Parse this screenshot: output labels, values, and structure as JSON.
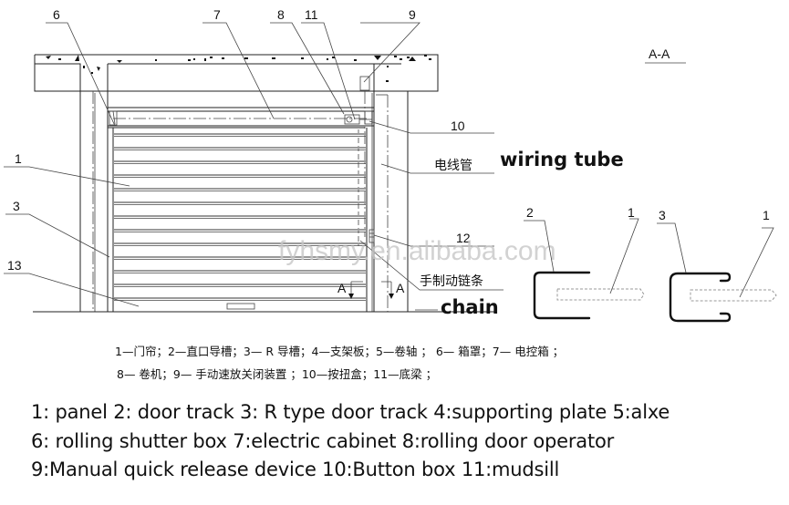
{
  "diagram": {
    "title": "Rolling shutter door elevation and A-A section",
    "section_label": "A-A",
    "section_markers": [
      "A",
      "A"
    ],
    "callouts": {
      "c6": "6",
      "c7": "7",
      "c8": "8",
      "c11": "11",
      "c9": "9",
      "c10": "10",
      "c1": "1",
      "c3": "3",
      "c13": "13",
      "c12": "12",
      "sec_left_2": "2",
      "sec_left_1": "1",
      "sec_right_3": "3",
      "sec_right_1": "1"
    },
    "annotations": {
      "wiring_tube_cn": "电线管",
      "wiring_tube_en": "wiring tube",
      "chain_cn": "手制动链条",
      "chain_en": "chain"
    },
    "watermark": "fyhsmy.en.alibaba.com",
    "legend_cn": {
      "line1": "1—门帘；2—直口导槽；3— R 导槽；4—支架板；5—卷轴 ； 6— 箱罩；7— 电控箱 ；",
      "line2": "8— 卷机；9— 手动速放关闭装置 ；10—按扭盒；11—底梁 ；"
    },
    "legend_en": {
      "line1": "1: panel  2: door track 3: R type door track 4:supporting plate 5:alxe",
      "line2": "6: rolling shutter box 7:electric cabinet  8:rolling door operator",
      "line3": "9:Manual quick release device 10:Button box  11:mudsill"
    }
  }
}
